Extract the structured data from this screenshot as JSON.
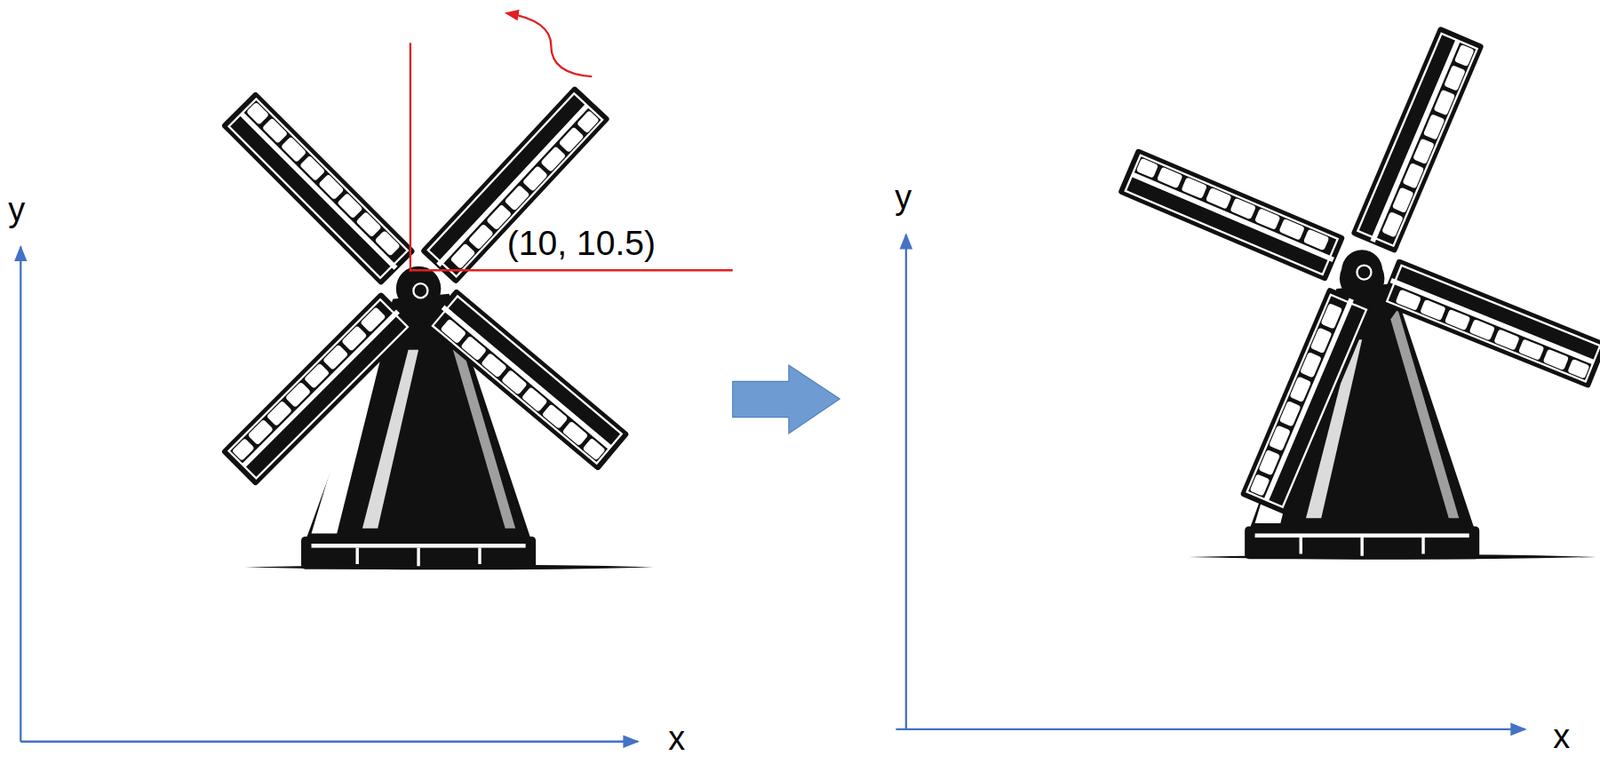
{
  "diagram": {
    "labels": [
      "y",
      "(10, 10.5)",
      "x",
      "y",
      "x"
    ]
  }
}
